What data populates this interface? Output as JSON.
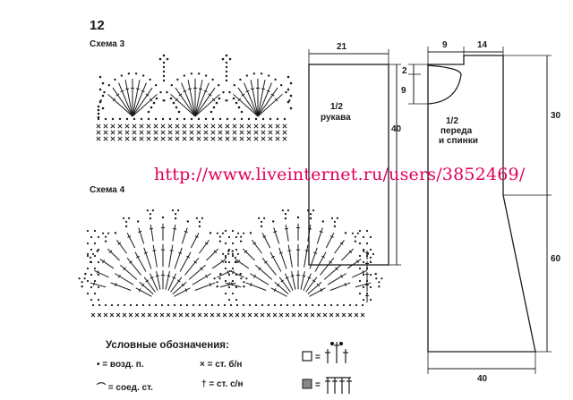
{
  "page_number": "12",
  "scheme3": {
    "label": "Схема 3"
  },
  "scheme4": {
    "label": "Схема 4"
  },
  "sleeve": {
    "title_line1": "1/2",
    "title_line2": "рукава",
    "width": "21",
    "height": "40"
  },
  "body": {
    "title_line1": "1/2",
    "title_line2": "переда",
    "title_line3": "и спинки",
    "neck_width": "9",
    "shoulder_width": "14",
    "neck_depth_back": "2",
    "neck_depth_front": "9",
    "armhole_height": "30",
    "side_length": "60",
    "bottom_width": "40"
  },
  "watermark": "http://www.liveinternet.ru/users/3852469/",
  "legend": {
    "title": "Условные обозначения:",
    "items": [
      {
        "symbol": "•",
        "eq": "=",
        "text": "возд. п."
      },
      {
        "symbol": "⌒",
        "eq": "=",
        "text": "соед. ст."
      },
      {
        "symbol": "×",
        "eq": "=",
        "text": "ст. б/н"
      },
      {
        "symbol": "†",
        "eq": "=",
        "text": "ст. с/н"
      }
    ],
    "box_white_eq": "=",
    "box_gray_eq": "="
  }
}
